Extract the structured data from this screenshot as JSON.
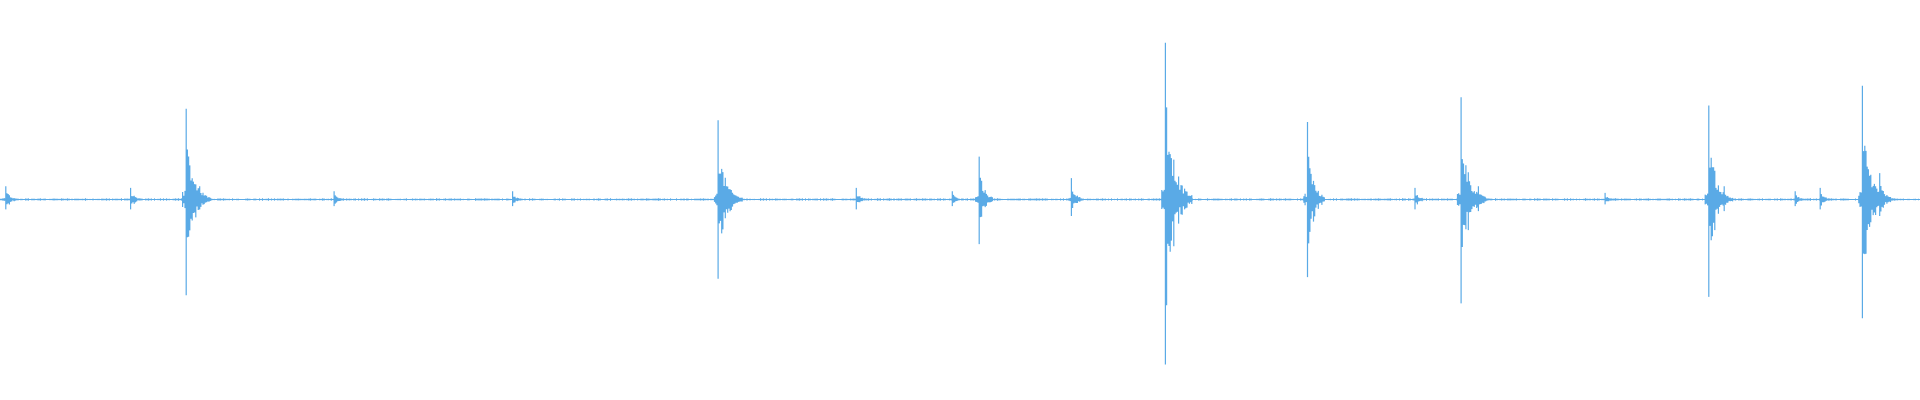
{
  "waveform": {
    "color": "#5aaae6",
    "baseline_noise": 0.03,
    "duration_fraction_points": [
      {
        "t": 0.003,
        "up": 0.08,
        "down": 0.06,
        "tail": 0.3
      },
      {
        "t": 0.068,
        "up": 0.07,
        "down": 0.06,
        "tail": 0.2
      },
      {
        "t": 0.097,
        "up": 0.55,
        "down": 0.58,
        "tail": 1.0
      },
      {
        "t": 0.104,
        "up": 0.08,
        "down": 0.06,
        "tail": 0.4
      },
      {
        "t": 0.174,
        "up": 0.05,
        "down": 0.04,
        "tail": 0.2
      },
      {
        "t": 0.267,
        "up": 0.05,
        "down": 0.04,
        "tail": 0.2
      },
      {
        "t": 0.374,
        "up": 0.48,
        "down": 0.48,
        "tail": 1.0
      },
      {
        "t": 0.446,
        "up": 0.07,
        "down": 0.06,
        "tail": 0.2
      },
      {
        "t": 0.496,
        "up": 0.05,
        "down": 0.04,
        "tail": 0.2
      },
      {
        "t": 0.51,
        "up": 0.26,
        "down": 0.27,
        "tail": 0.4
      },
      {
        "t": 0.558,
        "up": 0.13,
        "down": 0.1,
        "tail": 0.3
      },
      {
        "t": 0.607,
        "up": 0.95,
        "down": 1.0,
        "tail": 1.2
      },
      {
        "t": 0.681,
        "up": 0.47,
        "down": 0.47,
        "tail": 0.6
      },
      {
        "t": 0.737,
        "up": 0.07,
        "down": 0.06,
        "tail": 0.2
      },
      {
        "t": 0.761,
        "up": 0.62,
        "down": 0.63,
        "tail": 1.0
      },
      {
        "t": 0.77,
        "up": 0.08,
        "down": 0.07,
        "tail": 0.3
      },
      {
        "t": 0.836,
        "up": 0.04,
        "down": 0.03,
        "tail": 0.2
      },
      {
        "t": 0.89,
        "up": 0.57,
        "down": 0.59,
        "tail": 0.8
      },
      {
        "t": 0.898,
        "up": 0.08,
        "down": 0.07,
        "tail": 0.3
      },
      {
        "t": 0.935,
        "up": 0.05,
        "down": 0.04,
        "tail": 0.2
      },
      {
        "t": 0.948,
        "up": 0.07,
        "down": 0.06,
        "tail": 0.2
      },
      {
        "t": 0.97,
        "up": 0.69,
        "down": 0.72,
        "tail": 1.0
      },
      {
        "t": 0.979,
        "up": 0.16,
        "down": 0.1,
        "tail": 0.5
      }
    ]
  }
}
